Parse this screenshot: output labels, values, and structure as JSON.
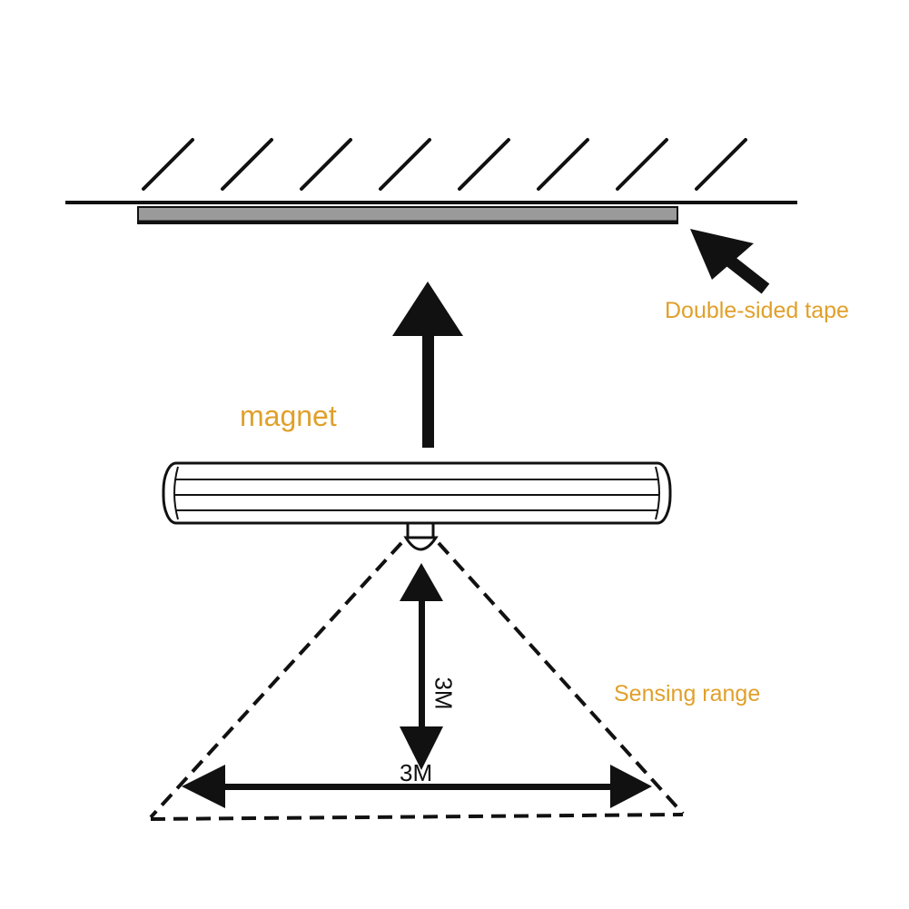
{
  "labels": {
    "tape": "Double-sided tape",
    "magnet": "magnet",
    "sensing_range": "Sensing range",
    "width_dimension": "3M",
    "height_dimension": "3M"
  },
  "colors": {
    "label": "#e0a02a",
    "line": "#111111",
    "tape": "#9a9a9a"
  }
}
